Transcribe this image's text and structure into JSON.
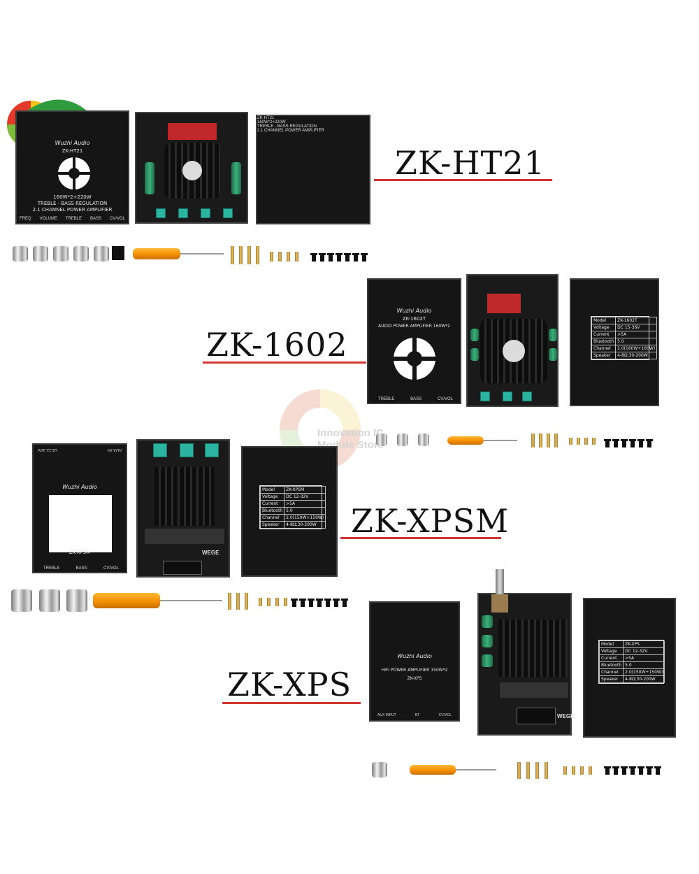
{
  "store": {
    "name_line1": "Innovation IC",
    "name_line2": "Module Store"
  },
  "products": {
    "ht21": {
      "title": "ZK-HT21",
      "panel_brand": "Wuzhi Audio",
      "panel_model": "ZK-HT21",
      "panel_power": "160W*2+220W",
      "panel_line1": "TREBLE - BASS REGULATION",
      "panel_line2": "2.1 CHANNEL POWER AMPLIFIER",
      "panel_labels": [
        "FREQ",
        "VOLUME",
        "TREBLE",
        "BASS",
        "CV/VOL"
      ],
      "cover_model": "ZK-HT21",
      "cover_power": "160W*2+220W",
      "cover_line1": "TREBLE - BASS REGULATION",
      "cover_line2": "2.1 CHANNEL POWER AMPLIFIER"
    },
    "zk1602": {
      "title": "ZK-1602",
      "panel_brand": "Wuzhi Audio",
      "panel_model": "ZK-1602T",
      "panel_line1": "AUDIO POWER AMPLIFIER 160W*2",
      "panel_labels": [
        "TREBLE",
        "BASS",
        "CV/VOL"
      ],
      "spec": [
        [
          "Model",
          "ZK-1602T"
        ],
        [
          "Voltage",
          "DC 15-36V"
        ],
        [
          "Current",
          ">5A"
        ],
        [
          "Bluetooth",
          "5.0"
        ],
        [
          "Channel",
          "2.0(160W+160W)"
        ],
        [
          "Speaker",
          "4-8Ω;30-200W"
        ]
      ]
    },
    "xpsm": {
      "title": "ZK-XPSM",
      "panel_brand": "Wuzhi Audio",
      "panel_model": "ZK-XPSM",
      "panel_top_left": "DC12-32V",
      "panel_top_right": "AUX-IN",
      "panel_labels": [
        "TREBLE",
        "BASS",
        "CV/VOL"
      ],
      "board_brand": "WEGE",
      "spec": [
        [
          "Model",
          "ZK-XPSM"
        ],
        [
          "Voltage",
          "DC 12-32V"
        ],
        [
          "Current",
          ">5A"
        ],
        [
          "Bluetooth",
          "5.0"
        ],
        [
          "Channel",
          "2.0(150W+150W)"
        ],
        [
          "Speaker",
          "4-8Ω;30-200W"
        ]
      ]
    },
    "xps": {
      "title": "ZK-XPS",
      "panel_brand": "Wuzhi Audio",
      "panel_line1": "HIFI POWER AMPLIFIER 150W*2",
      "panel_model": "ZK-XPS",
      "panel_labels": [
        "AUX INPUT",
        "BT",
        "CV/VOL"
      ],
      "board_brand": "WEGE",
      "spec": [
        [
          "Model",
          "ZK-XPS"
        ],
        [
          "Voltage",
          "DC 12-32V"
        ],
        [
          "Current",
          ">5A"
        ],
        [
          "Bluetooth",
          "5.0"
        ],
        [
          "Channel",
          "2.0(150W+150W)"
        ],
        [
          "Speaker",
          "4-8Ω;30-200W"
        ]
      ]
    }
  },
  "colors": {
    "underline": "#d33333",
    "driver": "#f39200",
    "pot": "#2bb5a0"
  }
}
